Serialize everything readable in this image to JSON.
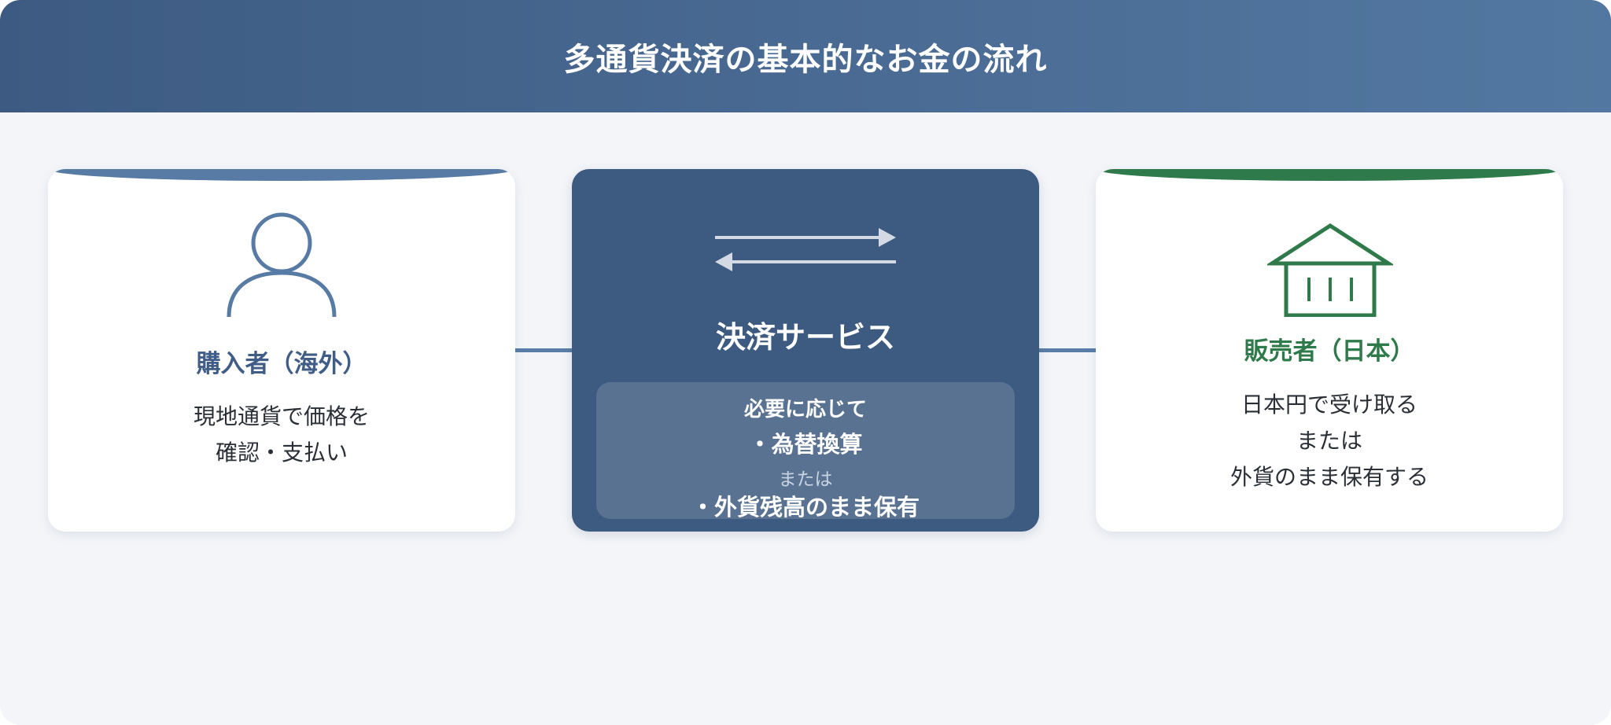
{
  "header": {
    "title": "多通貨決済の基本的なお金の流れ"
  },
  "buyer": {
    "icon": "person-icon",
    "title": "購入者（海外）",
    "lines": [
      "現地通貨で価格を",
      "確認・支払い"
    ],
    "accent_color": "#577ba5"
  },
  "service": {
    "icon": "exchange-arrows-icon",
    "title": "決済サービス",
    "box": {
      "heading": "必要に応じて",
      "item1": "・為替換算",
      "or": "または",
      "item2": "・外貨残高のまま保有"
    },
    "background_color": "#3d5a80"
  },
  "seller": {
    "icon": "store-icon",
    "title": "販売者（日本）",
    "lines": [
      "日本円で受け取る",
      "または",
      "外貨のまま保有する"
    ],
    "accent_color": "#2f7a4a"
  }
}
